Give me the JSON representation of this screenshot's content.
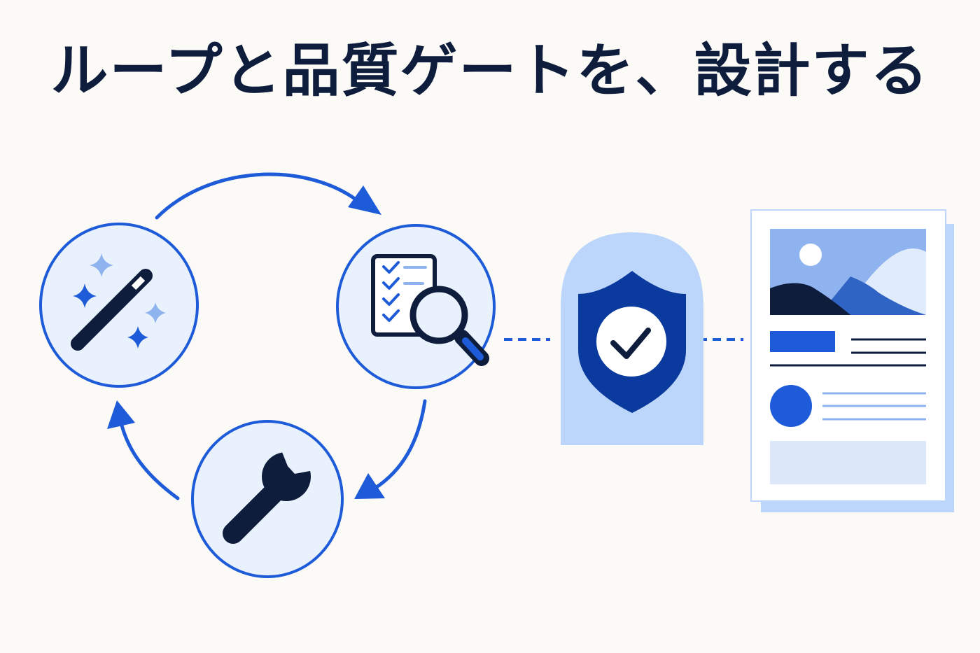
{
  "title": "ループと品質ゲートを、設計する",
  "palette": {
    "navy": "#0f1d3d",
    "blue": "#1d5bd8",
    "light_blue": "#8fb3ee",
    "pale_blue": "#e9f1fd",
    "gate_bg": "#bcd5fa",
    "shield": "#0a3a9e",
    "background": "#fbfaf7"
  },
  "loop": {
    "nodes": [
      {
        "id": "generate",
        "icon": "magic-wand-icon"
      },
      {
        "id": "review",
        "icon": "checklist-magnifier-icon"
      },
      {
        "id": "fix",
        "icon": "wrench-icon"
      }
    ]
  },
  "gate": {
    "icon": "shield-check-icon"
  },
  "output": {
    "icon": "document-output-icon"
  }
}
